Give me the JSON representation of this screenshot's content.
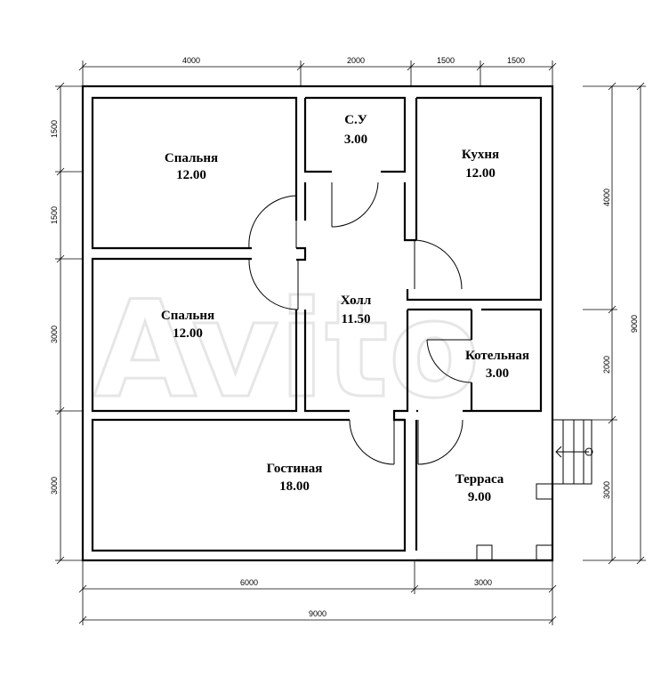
{
  "rooms": [
    {
      "id": "bedroom1",
      "name": "Спальня",
      "area": "12.00"
    },
    {
      "id": "bathroom",
      "name": "С.У",
      "area": "3.00"
    },
    {
      "id": "kitchen",
      "name": "Кухня",
      "area": "12.00"
    },
    {
      "id": "bedroom2",
      "name": "Спальня",
      "area": "12.00"
    },
    {
      "id": "hall",
      "name": "Холл",
      "area": "11.50"
    },
    {
      "id": "boiler",
      "name": "Котельная",
      "area": "3.00"
    },
    {
      "id": "living",
      "name": "Гостиная",
      "area": "18.00"
    },
    {
      "id": "terrace",
      "name": "Терраса",
      "area": "9.00"
    }
  ],
  "dimensions": {
    "top": [
      "4000",
      "2000",
      "1500",
      "1500"
    ],
    "left": [
      "1500",
      "1500",
      "3000",
      "3000"
    ],
    "right_inner": [
      "4000",
      "2000",
      "3000"
    ],
    "right_total": "9000",
    "bottom": [
      "6000",
      "3000"
    ],
    "bottom_total": "9000"
  },
  "watermark": "Avito"
}
